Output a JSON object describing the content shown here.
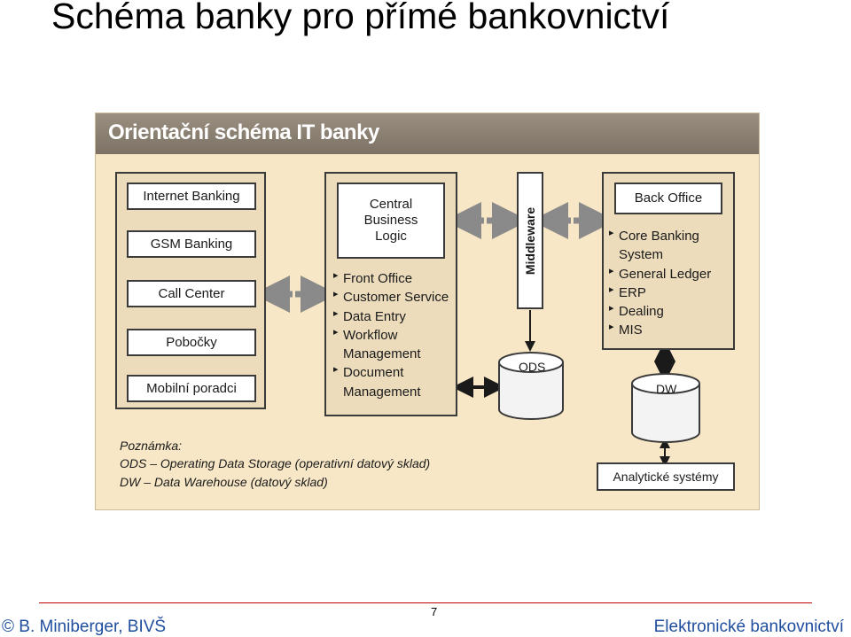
{
  "slide": {
    "title": "Schéma banky pro přímé bankovnictví"
  },
  "diagram": {
    "title": "Orientační schéma IT banky",
    "channels": [
      "Internet Banking",
      "GSM Banking",
      "Call Center",
      "Pobočky",
      "Mobilní poradci"
    ],
    "central": {
      "title_lines": [
        "Central",
        "Business",
        "Logic"
      ],
      "items": [
        {
          "text": "Front Office",
          "bullet": true
        },
        {
          "text": "Customer Service",
          "bullet": true
        },
        {
          "text": "Data Entry",
          "bullet": true
        },
        {
          "text": "Workflow",
          "bullet": true
        },
        {
          "text": "Management",
          "bullet": false
        },
        {
          "text": "Document",
          "bullet": true
        },
        {
          "text": "Management",
          "bullet": false
        }
      ]
    },
    "middleware": "Middleware",
    "ods": "ODS",
    "back_office": {
      "title": "Back Office",
      "items": [
        {
          "text": "Core Banking",
          "bullet": true
        },
        {
          "text": "System",
          "bullet": false
        },
        {
          "text": "General Ledger",
          "bullet": true
        },
        {
          "text": "ERP",
          "bullet": true
        },
        {
          "text": "Dealing",
          "bullet": true
        },
        {
          "text": "MIS",
          "bullet": true
        }
      ]
    },
    "dw": "DW",
    "analytics": "Analytické systémy",
    "notes": [
      "Poznámka:",
      "ODS – Operating Data Storage (operativní datový sklad)",
      "DW – Data Warehouse (datový sklad)"
    ]
  },
  "footer": {
    "page_number": "7",
    "left": "© B. Miniberger, BIVŠ",
    "right": "Elektronické bankovnictví"
  }
}
